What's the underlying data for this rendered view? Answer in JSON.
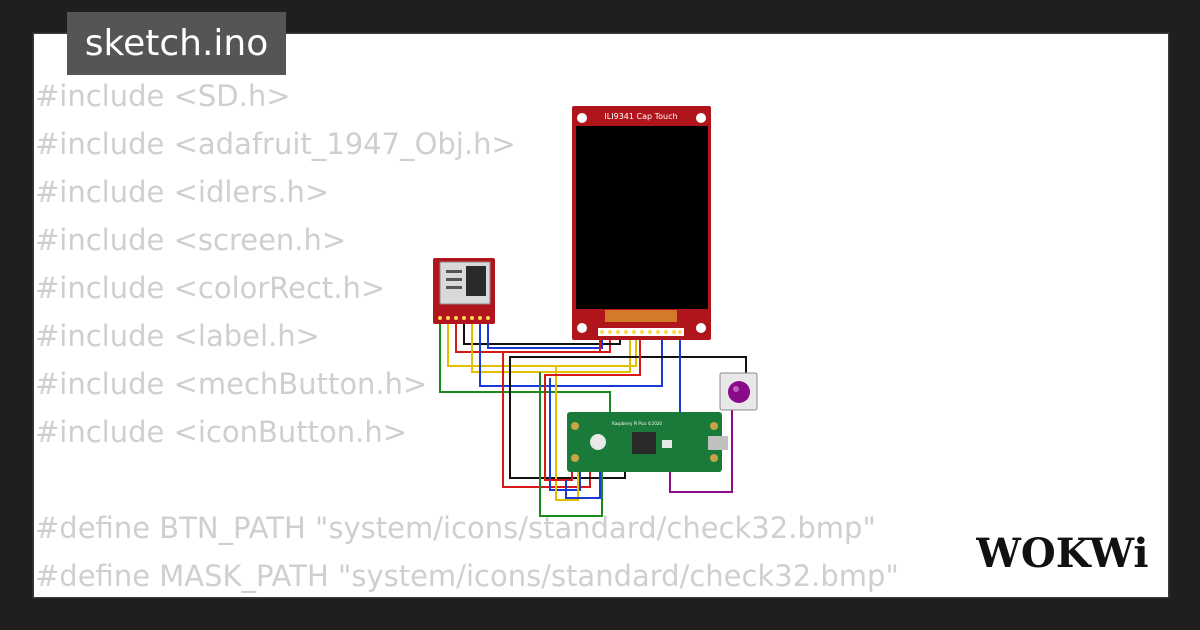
{
  "file_tab": {
    "label": "sketch.ino"
  },
  "code_lines": [
    "#include <SD.h>",
    "#include <adafruit_1947_Obj.h>",
    "#include <idlers.h>",
    "#include <screen.h>",
    "#include <colorRect.h>",
    "#include <label.h>",
    "#include <mechButton.h>",
    "#include <iconButton.h>",
    "",
    "#define BTN_PATH \"system/icons/standard/check32.bmp\"",
    "#define MASK_PATH \"system/icons/standard/check32.bmp\""
  ],
  "display": {
    "title": "ILI9341 Cap Touch"
  },
  "pico": {
    "label": "Raspberry Pi Pico ©2020"
  },
  "brand": {
    "logo_text": "WOKWi"
  },
  "colors": {
    "background": "#1f1f1f",
    "card": "#ffffff",
    "tab": "#555555",
    "code_text": "#cfcfcf",
    "board_red": "#b0151b",
    "pico_green": "#1a7a3a",
    "button_purple": "#8a0a8a"
  }
}
